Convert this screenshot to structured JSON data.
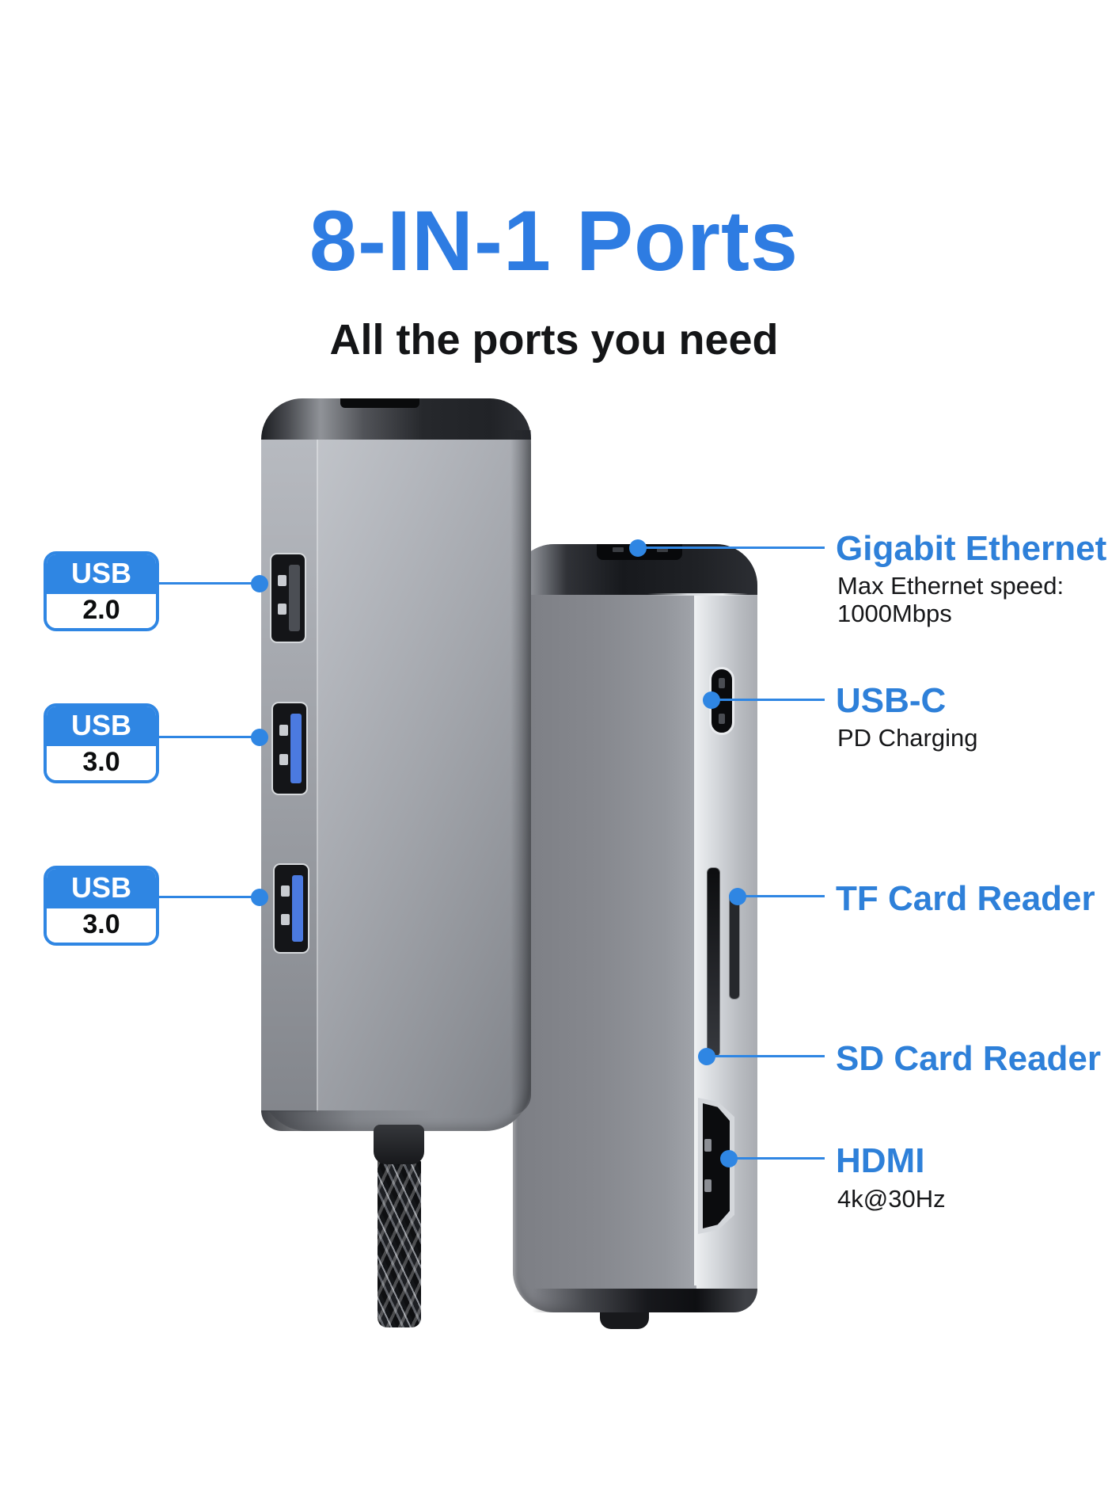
{
  "title": "8-IN-1 Ports",
  "subtitle": "All the ports you need",
  "colors": {
    "title_blue": "#2e7ce2",
    "heading_blue": "#2e80d9",
    "callout_blue": "#2f86e3",
    "device_gray": "#a2a5ab"
  },
  "left_callouts": [
    {
      "label": "USB",
      "version": "2.0"
    },
    {
      "label": "USB",
      "version": "3.0"
    },
    {
      "label": "USB",
      "version": "3.0"
    }
  ],
  "right_callouts": [
    {
      "heading": "Gigabit Ethernet",
      "sub1": "Max Ethernet speed:",
      "sub2": "1000Mbps"
    },
    {
      "heading": "USB-C",
      "sub1": "PD Charging"
    },
    {
      "heading": "TF Card Reader"
    },
    {
      "heading": "SD Card Reader"
    },
    {
      "heading": "HDMI",
      "sub1": "4k@30Hz"
    }
  ]
}
